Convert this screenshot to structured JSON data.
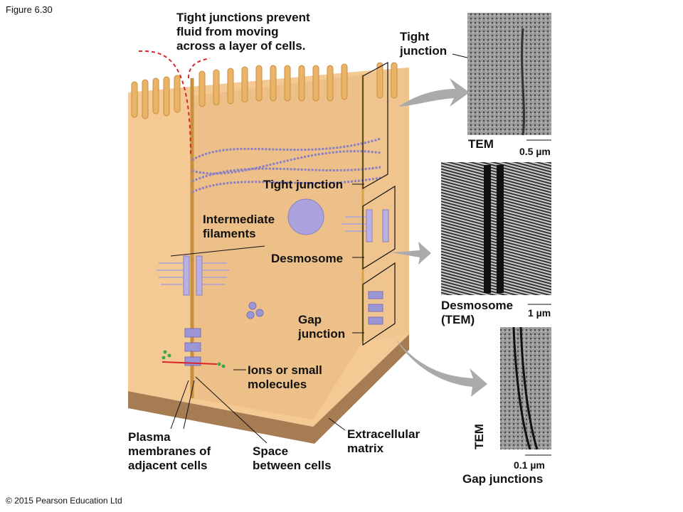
{
  "figure_label": "Figure 6.30",
  "caption": "Tight junctions prevent\nfluid from moving\nacross a layer of cells.",
  "labels": {
    "tight_junction_top": "Tight\njunction",
    "tight_junction": "Tight junction",
    "intermediate_filaments": "Intermediate\nfilaments",
    "desmosome": "Desmosome",
    "gap_junction": "Gap\njunction",
    "ions": "Ions or small\nmolecules",
    "plasma_membranes": "Plasma\nmembranes of\nadjacent cells",
    "space": "Space\nbetween cells",
    "ecm": "Extracellular\nmatrix"
  },
  "micrographs": [
    {
      "label": "TEM",
      "scale": "0.5 µm"
    },
    {
      "label": "Desmosome\n(TEM)",
      "scale": "1 µm"
    },
    {
      "label": "TEM",
      "scale": "0.1 µm",
      "caption": "Gap junctions"
    }
  ],
  "copyright": "© 2015 Pearson Education Ltd",
  "colors": {
    "cell": "#f4c994",
    "membrane": "#d9a24a",
    "protein": "#8a7fc4",
    "matrix": "#a67c52",
    "arrow": "#d9262b"
  }
}
